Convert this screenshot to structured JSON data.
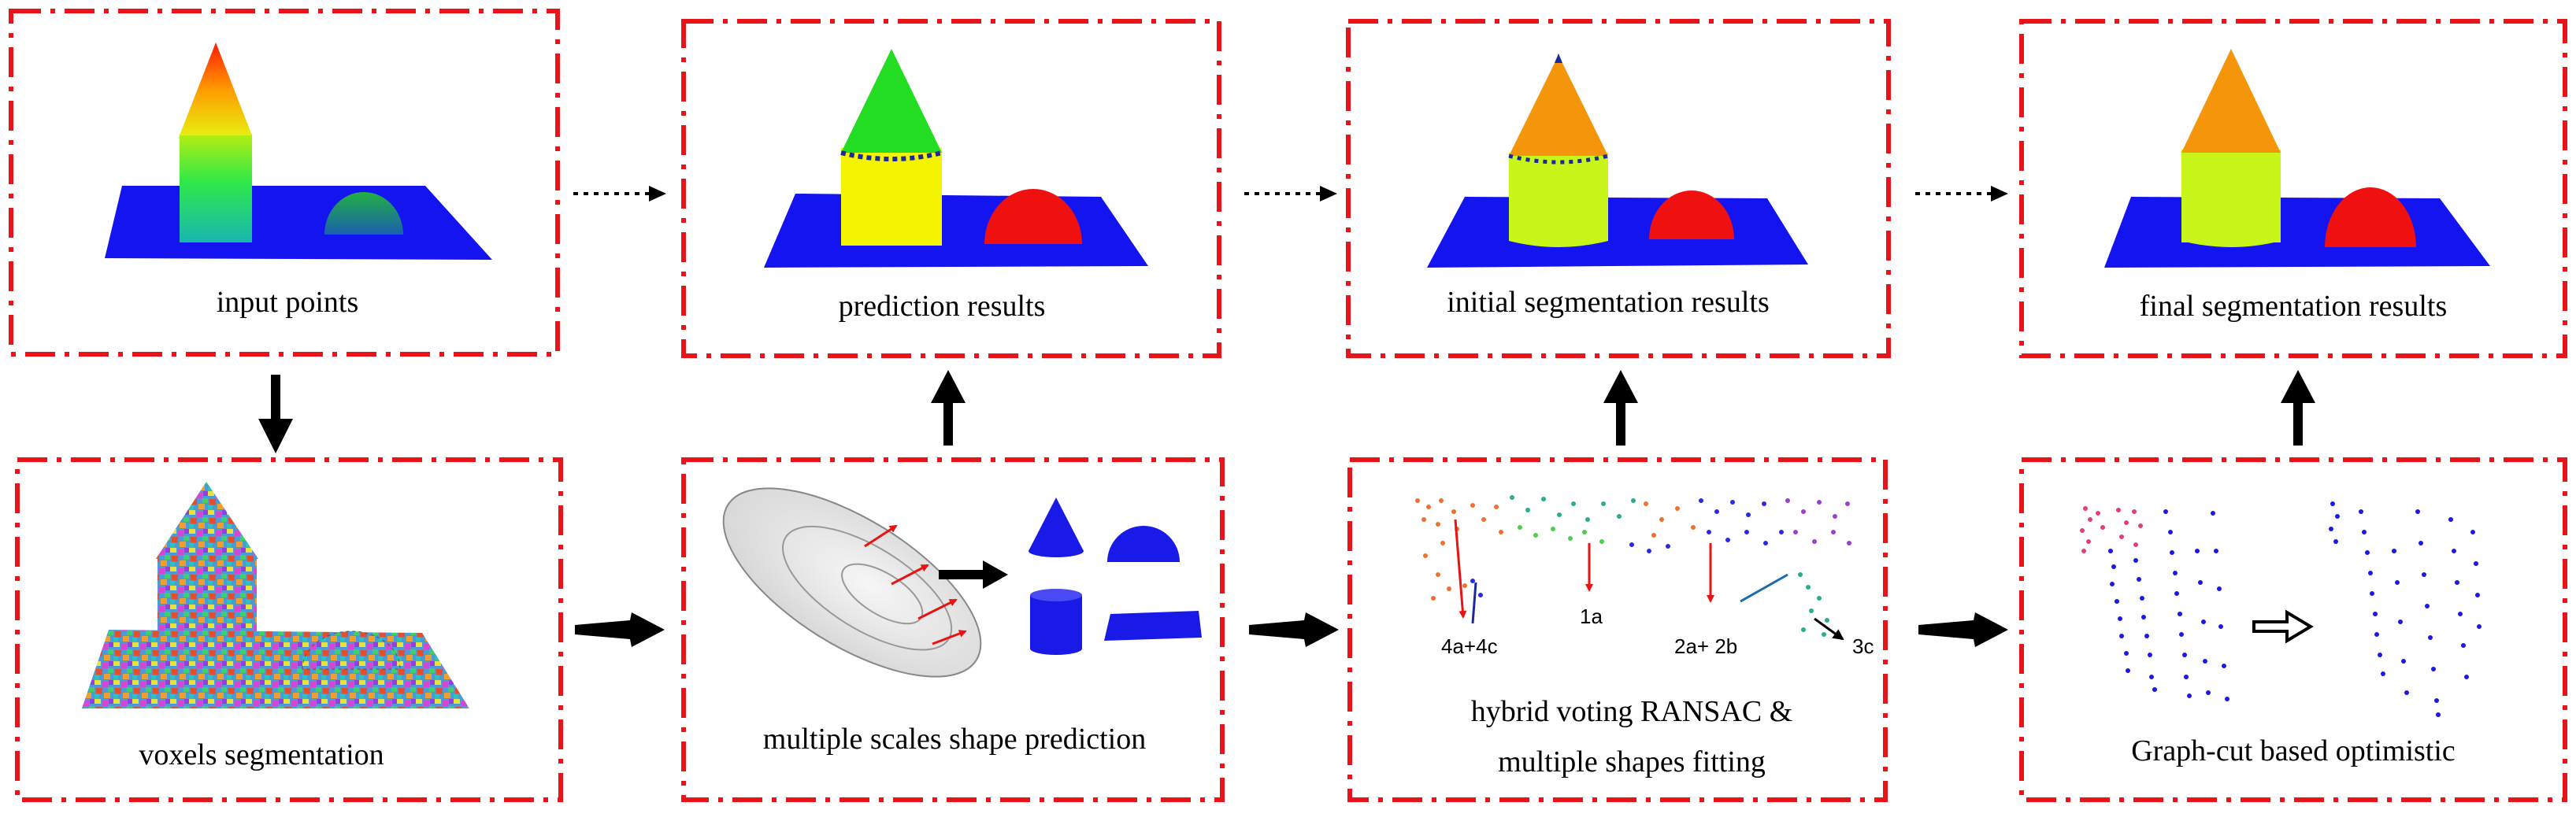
{
  "stages_top": [
    {
      "label": "input points"
    },
    {
      "label": "prediction results"
    },
    {
      "label": "initial segmentation results"
    },
    {
      "label": "final segmentation results"
    }
  ],
  "stages_bottom": [
    {
      "label": "voxels segmentation"
    },
    {
      "label": "multiple scales  shape prediction"
    },
    {
      "label_line1": "hybrid voting RANSAC &",
      "label_line2": "multiple shapes fitting",
      "annotations": [
        "4a+4c",
        "1a",
        "2a+ 2b",
        "3c"
      ]
    },
    {
      "label": "Graph-cut based optimistic"
    }
  ],
  "colors": {
    "frame": "#e8141a",
    "plane": "#1414f0",
    "hemisphere_seg": "#f01010",
    "cone_pred": "#22dd22",
    "cylinder_pred": "#f4f400",
    "cone_seg": "#f5960a",
    "cylinder_seg": "#c8f51a",
    "arrow": "#000000",
    "normal_arrow": "#e81414"
  }
}
